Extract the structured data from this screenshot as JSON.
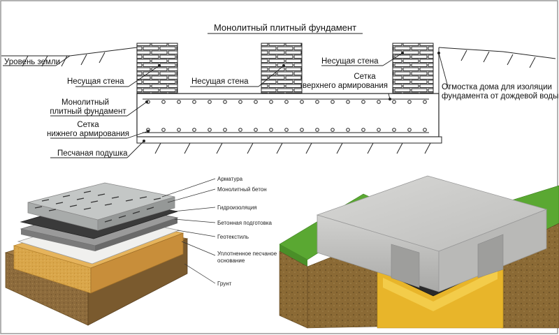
{
  "top_diagram": {
    "title": "Монолитный плитный фундамент",
    "labels": {
      "ground_level": "Уровень земли",
      "bearing_wall_left": "Несущая стена",
      "bearing_wall_center": "Несущая стена",
      "bearing_wall_right": "Несущая стена",
      "slab_line1": "Монолитный",
      "slab_line2": "плитный фундамент",
      "top_mesh_line1": "Сетка",
      "top_mesh_line2": "верхнего армирования",
      "bottom_mesh_line1": "Сетка",
      "bottom_mesh_line2": "нижнего армирования",
      "sand_cushion": "Песчаная подушка",
      "blind_area_line1": "Отмостка дома для изоляции",
      "blind_area_line2": "фундамента от дождевой воды"
    }
  },
  "layers_diagram": {
    "labels": {
      "rebar": "Арматура",
      "concrete": "Монолитный бетон",
      "waterproofing": "Гидроизоляция",
      "concrete_prep": "Бетонная подготовка",
      "geotextile": "Геотекстиль",
      "sand_base_line1": "Уплотненное песчаное",
      "sand_base_line2": "основание",
      "soil": "Грунт"
    }
  },
  "colors": {
    "grass": "#5aa832",
    "concrete": "#c9c9c7",
    "sand": "#e0b43a",
    "soil": "#8a6a3a",
    "line": "#222222"
  }
}
